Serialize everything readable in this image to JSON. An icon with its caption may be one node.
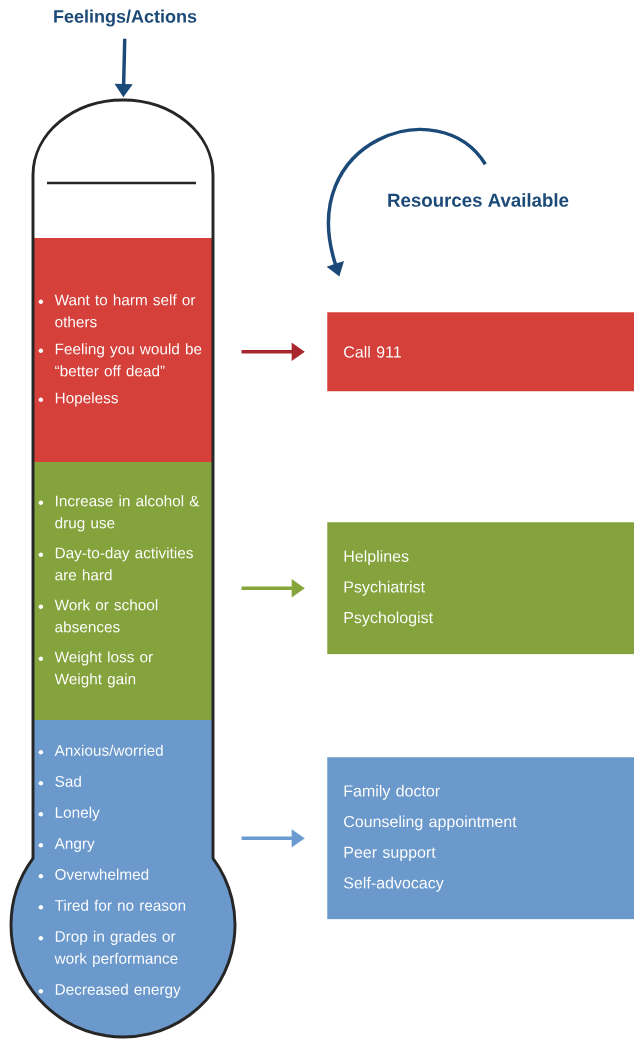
{
  "diagram": {
    "nodes": [
      {
        "text": [
          "Feelings/Actions"
        ]
      },
      {
        "text": [],
        "shape": "thermometer"
      },
      {
        "text": [
          "Want to harm self or others",
          "Feeling you would be “better off dead”",
          "Hopeless"
        ],
        "in": 1
      },
      {
        "text": [
          "Increase in alcohol & drug use",
          "Day-to-day activities are hard",
          "Work or school absences",
          "Weight loss or Weight gain"
        ],
        "in": 1
      },
      {
        "text": [
          "Anxious/worried",
          "Sad",
          "Lonely",
          "Angry",
          "Overwhelmed",
          "Tired for no reason",
          "Drop in grades or work performance",
          "Decreased energy"
        ],
        "in": 1
      },
      {
        "text": [
          "Resources Available"
        ]
      },
      {
        "text": [
          "Call 911"
        ]
      },
      {
        "text": [
          "Helplines",
          "Psychiatrist",
          "Psychologist"
        ]
      },
      {
        "text": [
          "Family doctor",
          "Counseling appointment",
          "Peer support",
          "Self-advocacy"
        ]
      }
    ],
    "edges": [
      {
        "from": 0,
        "to": 1,
        "arrow": "to",
        "color": "#1c4a78"
      },
      {
        "from": 5,
        "to": 6,
        "arrow": "to",
        "color": "#1c4a78"
      },
      {
        "from": 2,
        "to": 6,
        "arrow": "to",
        "color": "#a8262c"
      },
      {
        "from": 3,
        "to": 7,
        "arrow": "to",
        "color": "#86a63c"
      },
      {
        "from": 4,
        "to": 8,
        "arrow": "to",
        "color": "#6b9bd0"
      }
    ]
  }
}
